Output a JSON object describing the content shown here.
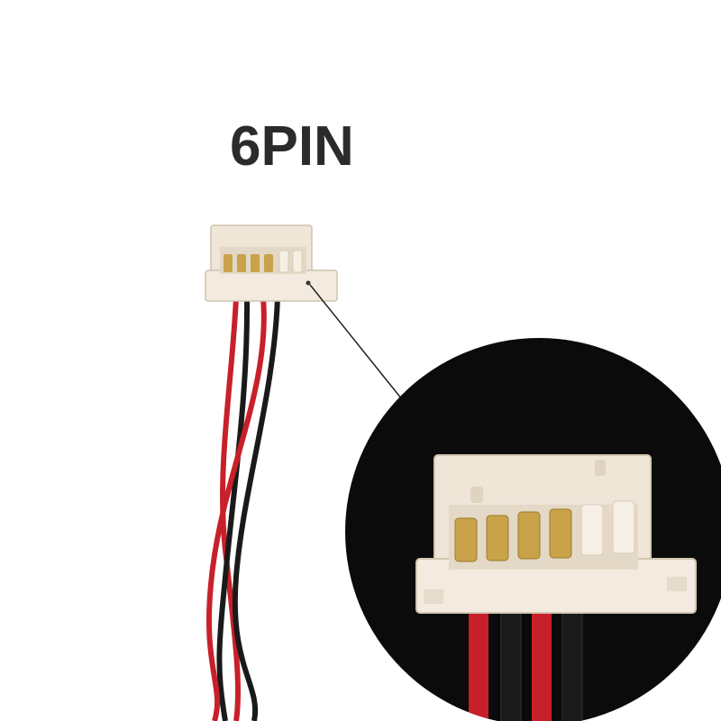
{
  "product": {
    "label": "6PIN",
    "pin_count": 6,
    "housing_color": "#efe6d8",
    "contact_color": "#c9a24a",
    "wire_colors": [
      "#c8202a",
      "#1a1a1a",
      "#c8202a",
      "#1a1a1a"
    ],
    "zoom_background": "#0b0b0b",
    "icons": [
      "connector-photo",
      "wire-bundle",
      "zoom-detail-circle",
      "callout-line"
    ]
  }
}
